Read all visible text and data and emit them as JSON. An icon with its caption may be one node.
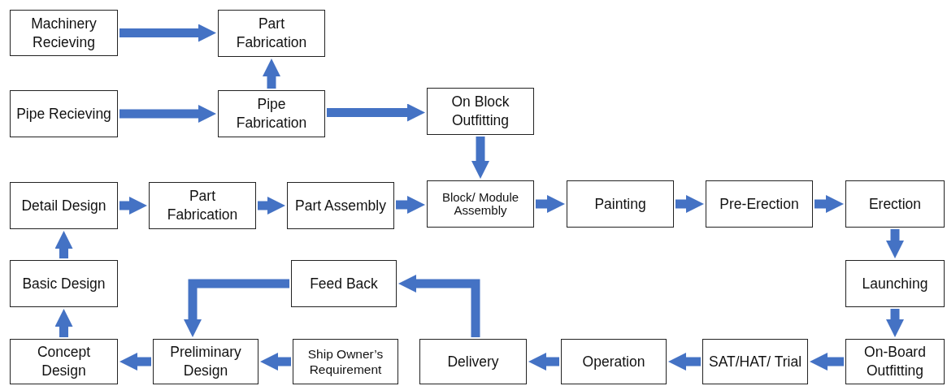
{
  "diagram": {
    "nodes": [
      {
        "text": [
          "Machinery Recieving"
        ]
      },
      {
        "text": [
          "Part Fabrication"
        ]
      },
      {
        "text": [
          "Pipe Recieving"
        ]
      },
      {
        "text": [
          "Pipe Fabrication"
        ]
      },
      {
        "text": [
          "On Block Outfitting"
        ]
      },
      {
        "text": [
          "Detail Design"
        ]
      },
      {
        "text": [
          "Part Fabrication"
        ]
      },
      {
        "text": [
          "Part Assembly"
        ]
      },
      {
        "text": [
          "Block/ Module Assembly"
        ]
      },
      {
        "text": [
          "Painting"
        ]
      },
      {
        "text": [
          "Pre-Erection"
        ]
      },
      {
        "text": [
          "Erection"
        ]
      },
      {
        "text": [
          "Basic Design"
        ]
      },
      {
        "text": [
          "Feed Back"
        ]
      },
      {
        "text": [
          "Launching"
        ]
      },
      {
        "text": [
          "Concept Design"
        ]
      },
      {
        "text": [
          "Preliminary Design"
        ]
      },
      {
        "text": [
          "Ship Owner’s Requirement"
        ]
      },
      {
        "text": [
          "Delivery"
        ]
      },
      {
        "text": [
          "Operation"
        ]
      },
      {
        "text": [
          "SAT/HAT/ Trial"
        ]
      },
      {
        "text": [
          "On-Board Outfitting"
        ]
      }
    ],
    "edges": [
      {
        "from": 0,
        "to": 1,
        "arrow": "to"
      },
      {
        "from": 2,
        "to": 3,
        "arrow": "to"
      },
      {
        "from": 3,
        "to": 1,
        "arrow": "to"
      },
      {
        "from": 3,
        "to": 4,
        "arrow": "to"
      },
      {
        "from": 4,
        "to": 8,
        "arrow": "to"
      },
      {
        "from": 5,
        "to": 6,
        "arrow": "to"
      },
      {
        "from": 6,
        "to": 7,
        "arrow": "to"
      },
      {
        "from": 7,
        "to": 8,
        "arrow": "to"
      },
      {
        "from": 8,
        "to": 9,
        "arrow": "to"
      },
      {
        "from": 9,
        "to": 10,
        "arrow": "to"
      },
      {
        "from": 10,
        "to": 11,
        "arrow": "to"
      },
      {
        "from": 11,
        "to": 14,
        "arrow": "to"
      },
      {
        "from": 14,
        "to": 21,
        "arrow": "to"
      },
      {
        "from": 21,
        "to": 20,
        "arrow": "to"
      },
      {
        "from": 20,
        "to": 19,
        "arrow": "to"
      },
      {
        "from": 19,
        "to": 18,
        "arrow": "to"
      },
      {
        "from": 18,
        "to": 13,
        "arrow": "to"
      },
      {
        "from": 13,
        "to": 16,
        "arrow": "to"
      },
      {
        "from": 17,
        "to": 16,
        "arrow": "to"
      },
      {
        "from": 16,
        "to": 15,
        "arrow": "to"
      },
      {
        "from": 15,
        "to": 12,
        "arrow": "to"
      },
      {
        "from": 12,
        "to": 5,
        "arrow": "to"
      }
    ]
  }
}
